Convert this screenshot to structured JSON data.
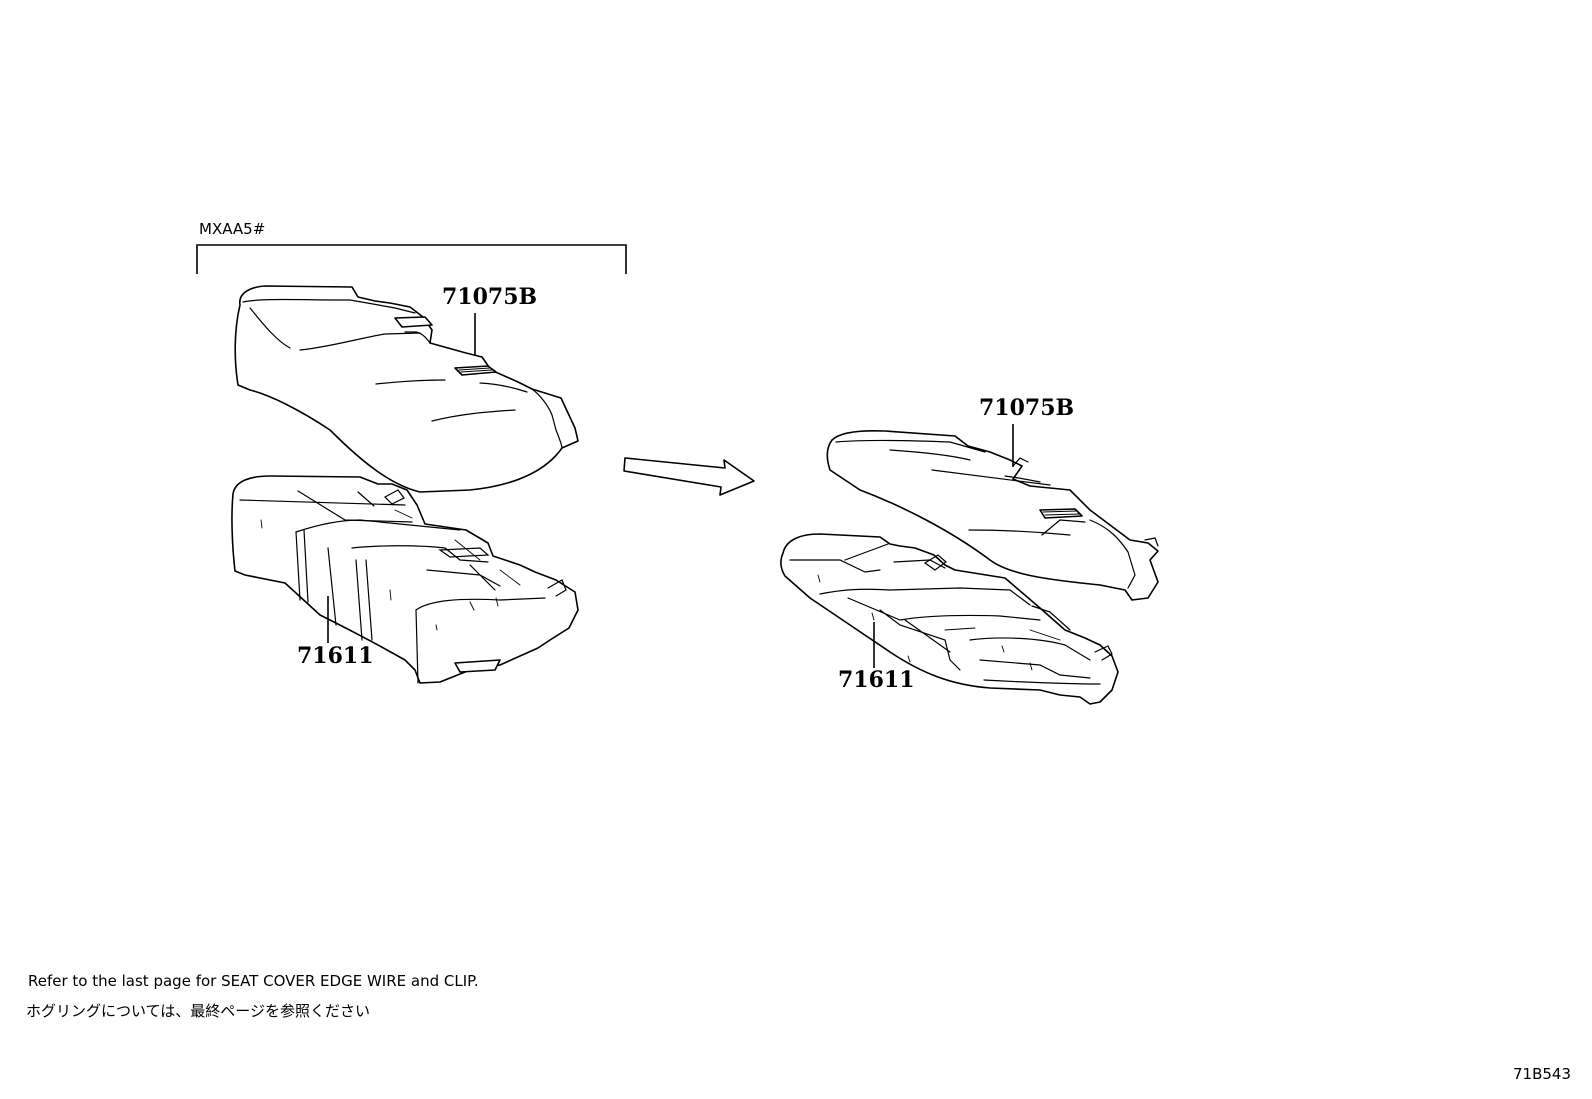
{
  "model_code": "MXAA5#",
  "parts": {
    "left_cover": "71075B",
    "left_pad": "71611",
    "right_cover": "71075B",
    "right_pad": "71611"
  },
  "notes": {
    "english": "Refer to the last page for SEAT COVER EDGE WIRE and CLIP.",
    "japanese": "ホグリングについては、最終ページを参照ください"
  },
  "illustration_code": "71B543"
}
